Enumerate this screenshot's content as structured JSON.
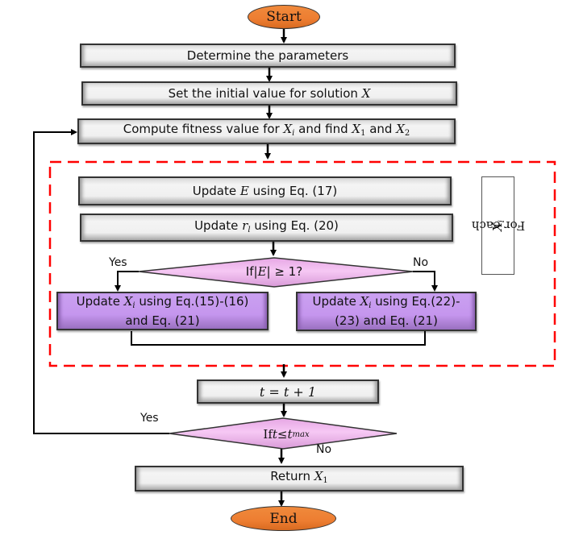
{
  "terminals": {
    "start": "Start",
    "end": "End"
  },
  "steps": {
    "determine_params": "Determine the parameters",
    "set_initial_prefix": "Set the initial value for solution ",
    "set_initial_var": "X",
    "compute_fitness": {
      "prefix": "Compute fitness value for ",
      "var1": "X",
      "var1_sub": "i",
      "middle": " and find ",
      "var2": "X",
      "var2_sub": "1",
      "and": " and ",
      "var3": "X",
      "var3_sub": "2"
    },
    "update_E": {
      "prefix": "Update ",
      "var": "E",
      "suffix": " using Eq. (17)"
    },
    "update_rl": {
      "prefix": "Update ",
      "var": "r",
      "var_sub": "l",
      "suffix": " using Eq. (20)"
    },
    "update_xi_yes": {
      "prefix": "Update ",
      "var": "X",
      "var_sub": "i",
      "line1_suffix": " using Eq.(15)-(16)",
      "line2": "and Eq. (21)"
    },
    "update_xi_no": {
      "prefix": "Update ",
      "var": "X",
      "var_sub": "i",
      "line1_suffix": " using Eq.(22)-",
      "line2": "(23) and Eq. (21)"
    },
    "increment_t": "t = t + 1",
    "return": {
      "prefix": "Return ",
      "var": "X",
      "var_sub": "1"
    }
  },
  "decisions": {
    "check_E": {
      "prefix": "If|",
      "var": "E",
      "suffix": "| ≥ 1?",
      "yes_label": "Yes",
      "no_label": "No"
    },
    "check_t": {
      "prefix": "If ",
      "var": "t",
      "op": " ≤ ",
      "var2": "t",
      "var2_sub": "max",
      "yes_label": "Yes",
      "no_label": "No"
    }
  },
  "loop_box": {
    "label_prefix": "For each ",
    "label_var": "X",
    "label_sub": "i",
    "border_color": "#ff0000"
  },
  "colors": {
    "terminal_fill": "#ed7d31",
    "process_fill": "#f0f0f0",
    "update_fill": "#c596ee",
    "decision_fill": "#f2b8f0"
  }
}
